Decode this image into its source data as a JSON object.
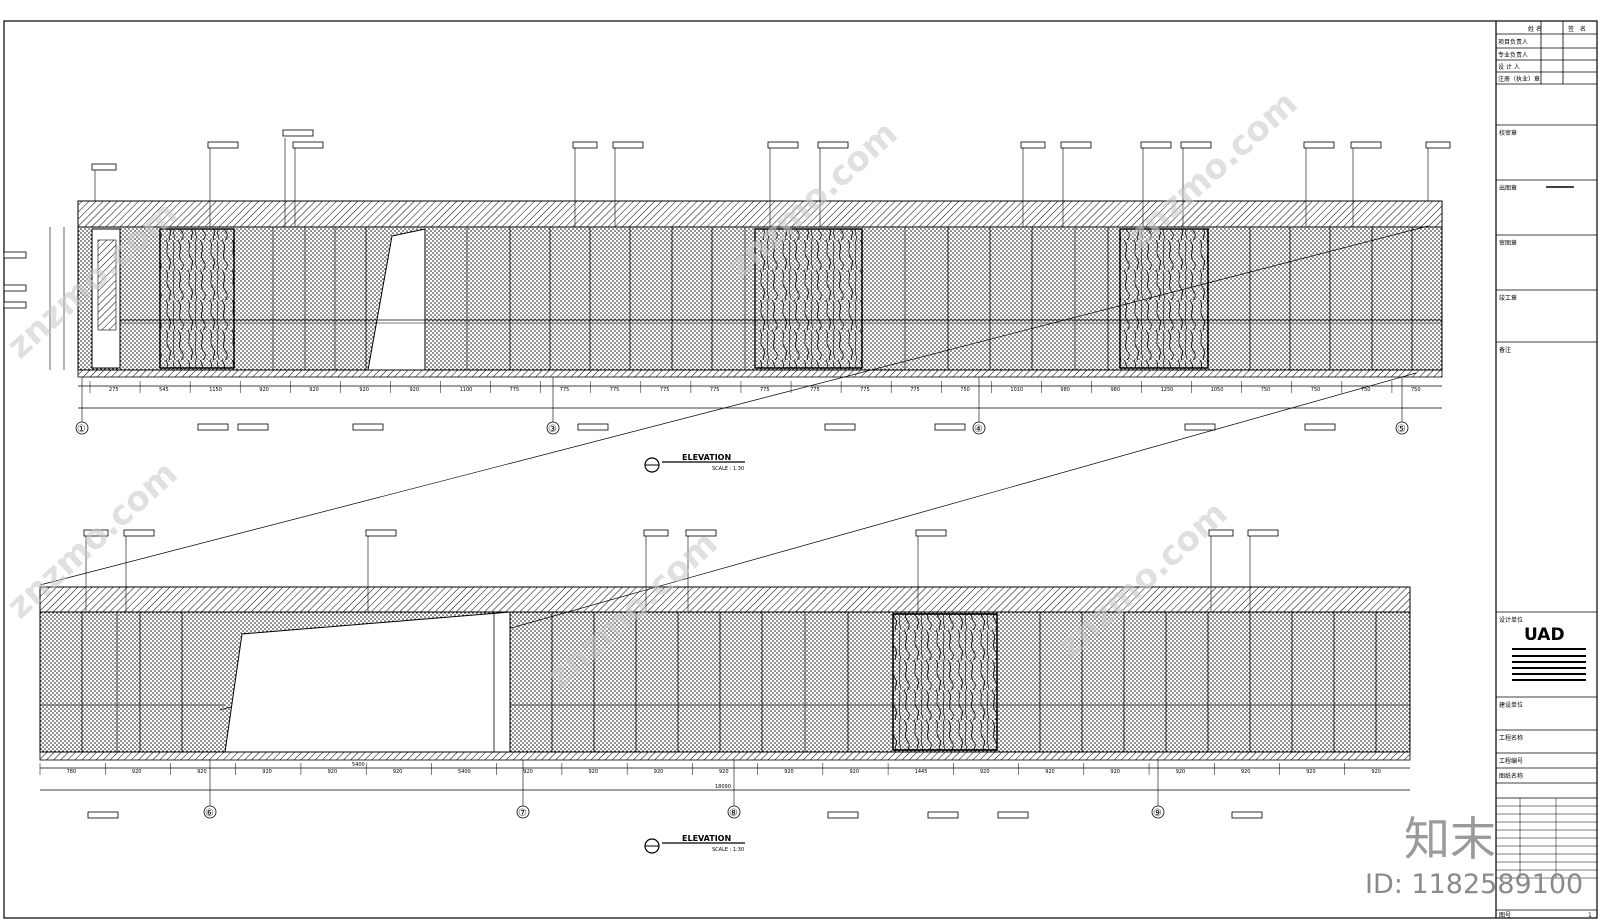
{
  "drawing": {
    "elevation_top": {
      "title": "ELEVATION",
      "scale": "SCALE : 1:30",
      "axis_labels": [
        "①",
        "③",
        "④",
        "⑤"
      ],
      "dims": [
        "275",
        "545",
        "1150",
        "920",
        "920",
        "920",
        "920",
        "1100",
        "775",
        "775",
        "775",
        "775",
        "775",
        "775",
        "775",
        "775",
        "775",
        "750",
        "1010",
        "980",
        "980",
        "1250",
        "1050",
        "750",
        "750",
        "750",
        "750"
      ]
    },
    "elevation_bottom": {
      "title": "ELEVATION",
      "scale": "SCALE : 1:30",
      "axis_labels": [
        "⑥",
        "⑦",
        "⑧",
        "⑨"
      ],
      "dims": [
        "780",
        "920",
        "920",
        "920",
        "920",
        "920",
        "5400",
        "920",
        "920",
        "920",
        "920",
        "920",
        "920",
        "1445",
        "920",
        "920",
        "920",
        "920",
        "920",
        "920",
        "920"
      ],
      "total_dim": "18090",
      "opening_dim": "5400"
    }
  },
  "title_block": {
    "header_cells": [
      "姓",
      "名",
      "签",
      "名"
    ],
    "rows_top": [
      "项目负责人",
      "专业负责人",
      "设 计 人"
    ],
    "stamp_label": "注册（执业）章",
    "approval_labels": [
      "校审章",
      "出图章",
      "审图章",
      "竣工章"
    ],
    "notes_label": "备注",
    "design_unit_label": "设计单位",
    "logo": "UAD",
    "client_label": "建设单位",
    "project_label": "工程名称",
    "project_no_label": "工程编号",
    "drawing_name_label": "图纸名称",
    "sheet_label": "图号",
    "sheet_no": "1"
  },
  "watermark": {
    "brand_cn": "知末",
    "id_text": "ID: 1182589100",
    "site": "znzmo.com"
  }
}
